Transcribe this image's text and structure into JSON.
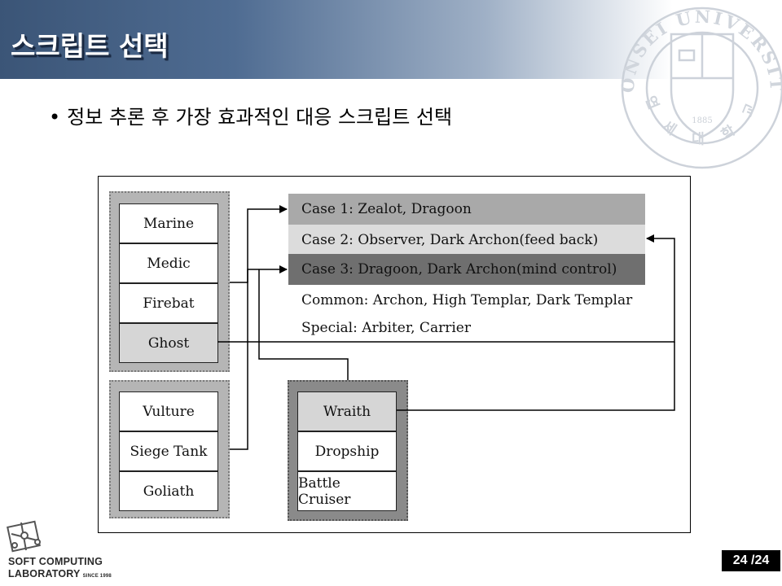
{
  "slide": {
    "title": "스크립트 선택",
    "bullet": "정보 추론 후 가장 효과적인 대응 스크립트 선택",
    "bullet_symbol": "•",
    "page_number": "24 /24"
  },
  "seal": {
    "top_text": "YONSEI UNIVERSITY",
    "bottom_text": "연 세 대 학 교",
    "year": "1885"
  },
  "diagram": {
    "terran_bio": [
      "Marine",
      "Medic",
      "Firebat",
      "Ghost"
    ],
    "terran_mech": [
      "Vulture",
      "Siege Tank",
      "Goliath"
    ],
    "terran_air": [
      "Wraith",
      "Dropship",
      "Battle Cruiser"
    ],
    "cases": [
      "Case 1: Zealot, Dragoon",
      "Case 2: Observer, Dark Archon(feed back)",
      "Case 3: Dragoon, Dark Archon(mind control)",
      "Common: Archon, High Templar, Dark Templar",
      "Special: Arbiter, Carrier"
    ],
    "colors": {
      "case1": "#a9a9a9",
      "case2": "#dcdcdc",
      "case3": "#6f6f6f",
      "common": "#ffffff"
    }
  },
  "footer": {
    "logo_line1": "SOFT COMPUTING",
    "logo_line2": "LABORATORY",
    "logo_since": "SINCE 1998"
  }
}
